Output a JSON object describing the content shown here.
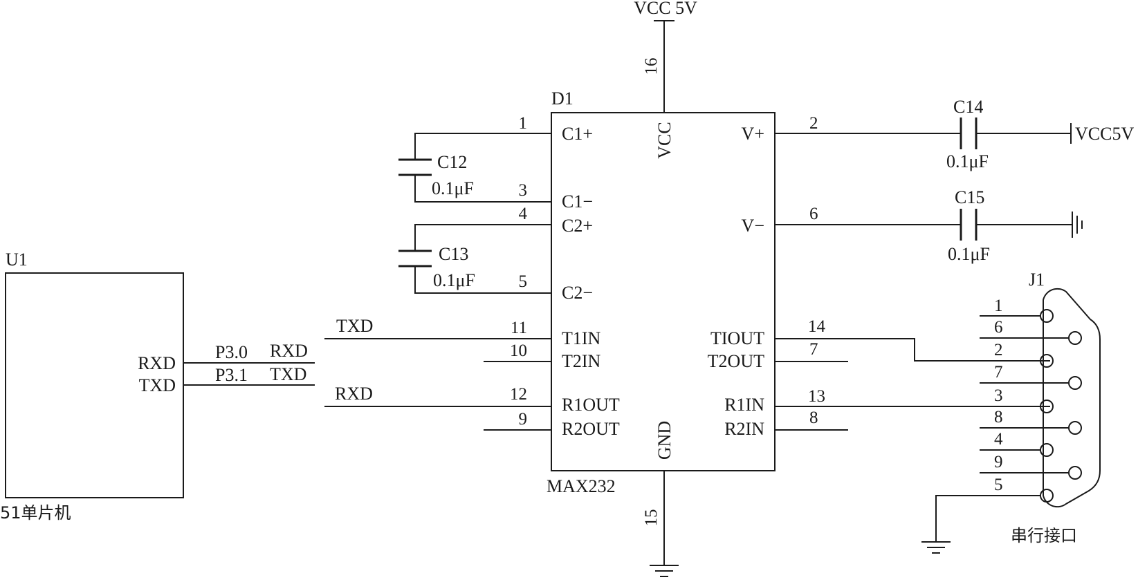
{
  "u1": {
    "ref": "U1",
    "name": "51单片机",
    "pins": {
      "rxd": "RXD",
      "txd": "TXD"
    }
  },
  "u1_nets": {
    "p30": "P3.0",
    "p31": "P3.1",
    "rxd": "RXD",
    "txd": "TXD"
  },
  "d1": {
    "ref": "D1",
    "part": "MAX232",
    "pins": {
      "vcc": {
        "name": "VCC",
        "num": "16"
      },
      "gnd": {
        "name": "GND",
        "num": "15"
      },
      "c1p": {
        "name": "C1+",
        "num": "1"
      },
      "c1m": {
        "name": "C1−",
        "num": "3"
      },
      "c2p": {
        "name": "C2+",
        "num": "4"
      },
      "c2m": {
        "name": "C2−",
        "num": "5"
      },
      "t1in": {
        "name": "T1IN",
        "num": "11"
      },
      "t2in": {
        "name": "T2IN",
        "num": "10"
      },
      "r1out": {
        "name": "R1OUT",
        "num": "12"
      },
      "r2out": {
        "name": "R2OUT",
        "num": "9"
      },
      "vp": {
        "name": "V+",
        "num": "2"
      },
      "vm": {
        "name": "V−",
        "num": "6"
      },
      "t1out": {
        "name": "TIOUT",
        "num": "14"
      },
      "t2out": {
        "name": "T2OUT",
        "num": "7"
      },
      "r1in": {
        "name": "R1IN",
        "num": "13"
      },
      "r2in": {
        "name": "R2IN",
        "num": "8"
      }
    }
  },
  "d1_nets": {
    "txd": "TXD",
    "rxd": "RXD"
  },
  "power": {
    "vcc_top": "VCC 5V",
    "vcc_right": "VCC5V"
  },
  "capacitors": [
    {
      "ref": "C12",
      "value": "0.1μF"
    },
    {
      "ref": "C13",
      "value": "0.1μF"
    },
    {
      "ref": "C14",
      "value": "0.1μF"
    },
    {
      "ref": "C15",
      "value": "0.1μF"
    }
  ],
  "j1": {
    "ref": "J1",
    "name": "串行接口",
    "pins": [
      "1",
      "6",
      "2",
      "7",
      "3",
      "8",
      "4",
      "9",
      "5"
    ]
  }
}
